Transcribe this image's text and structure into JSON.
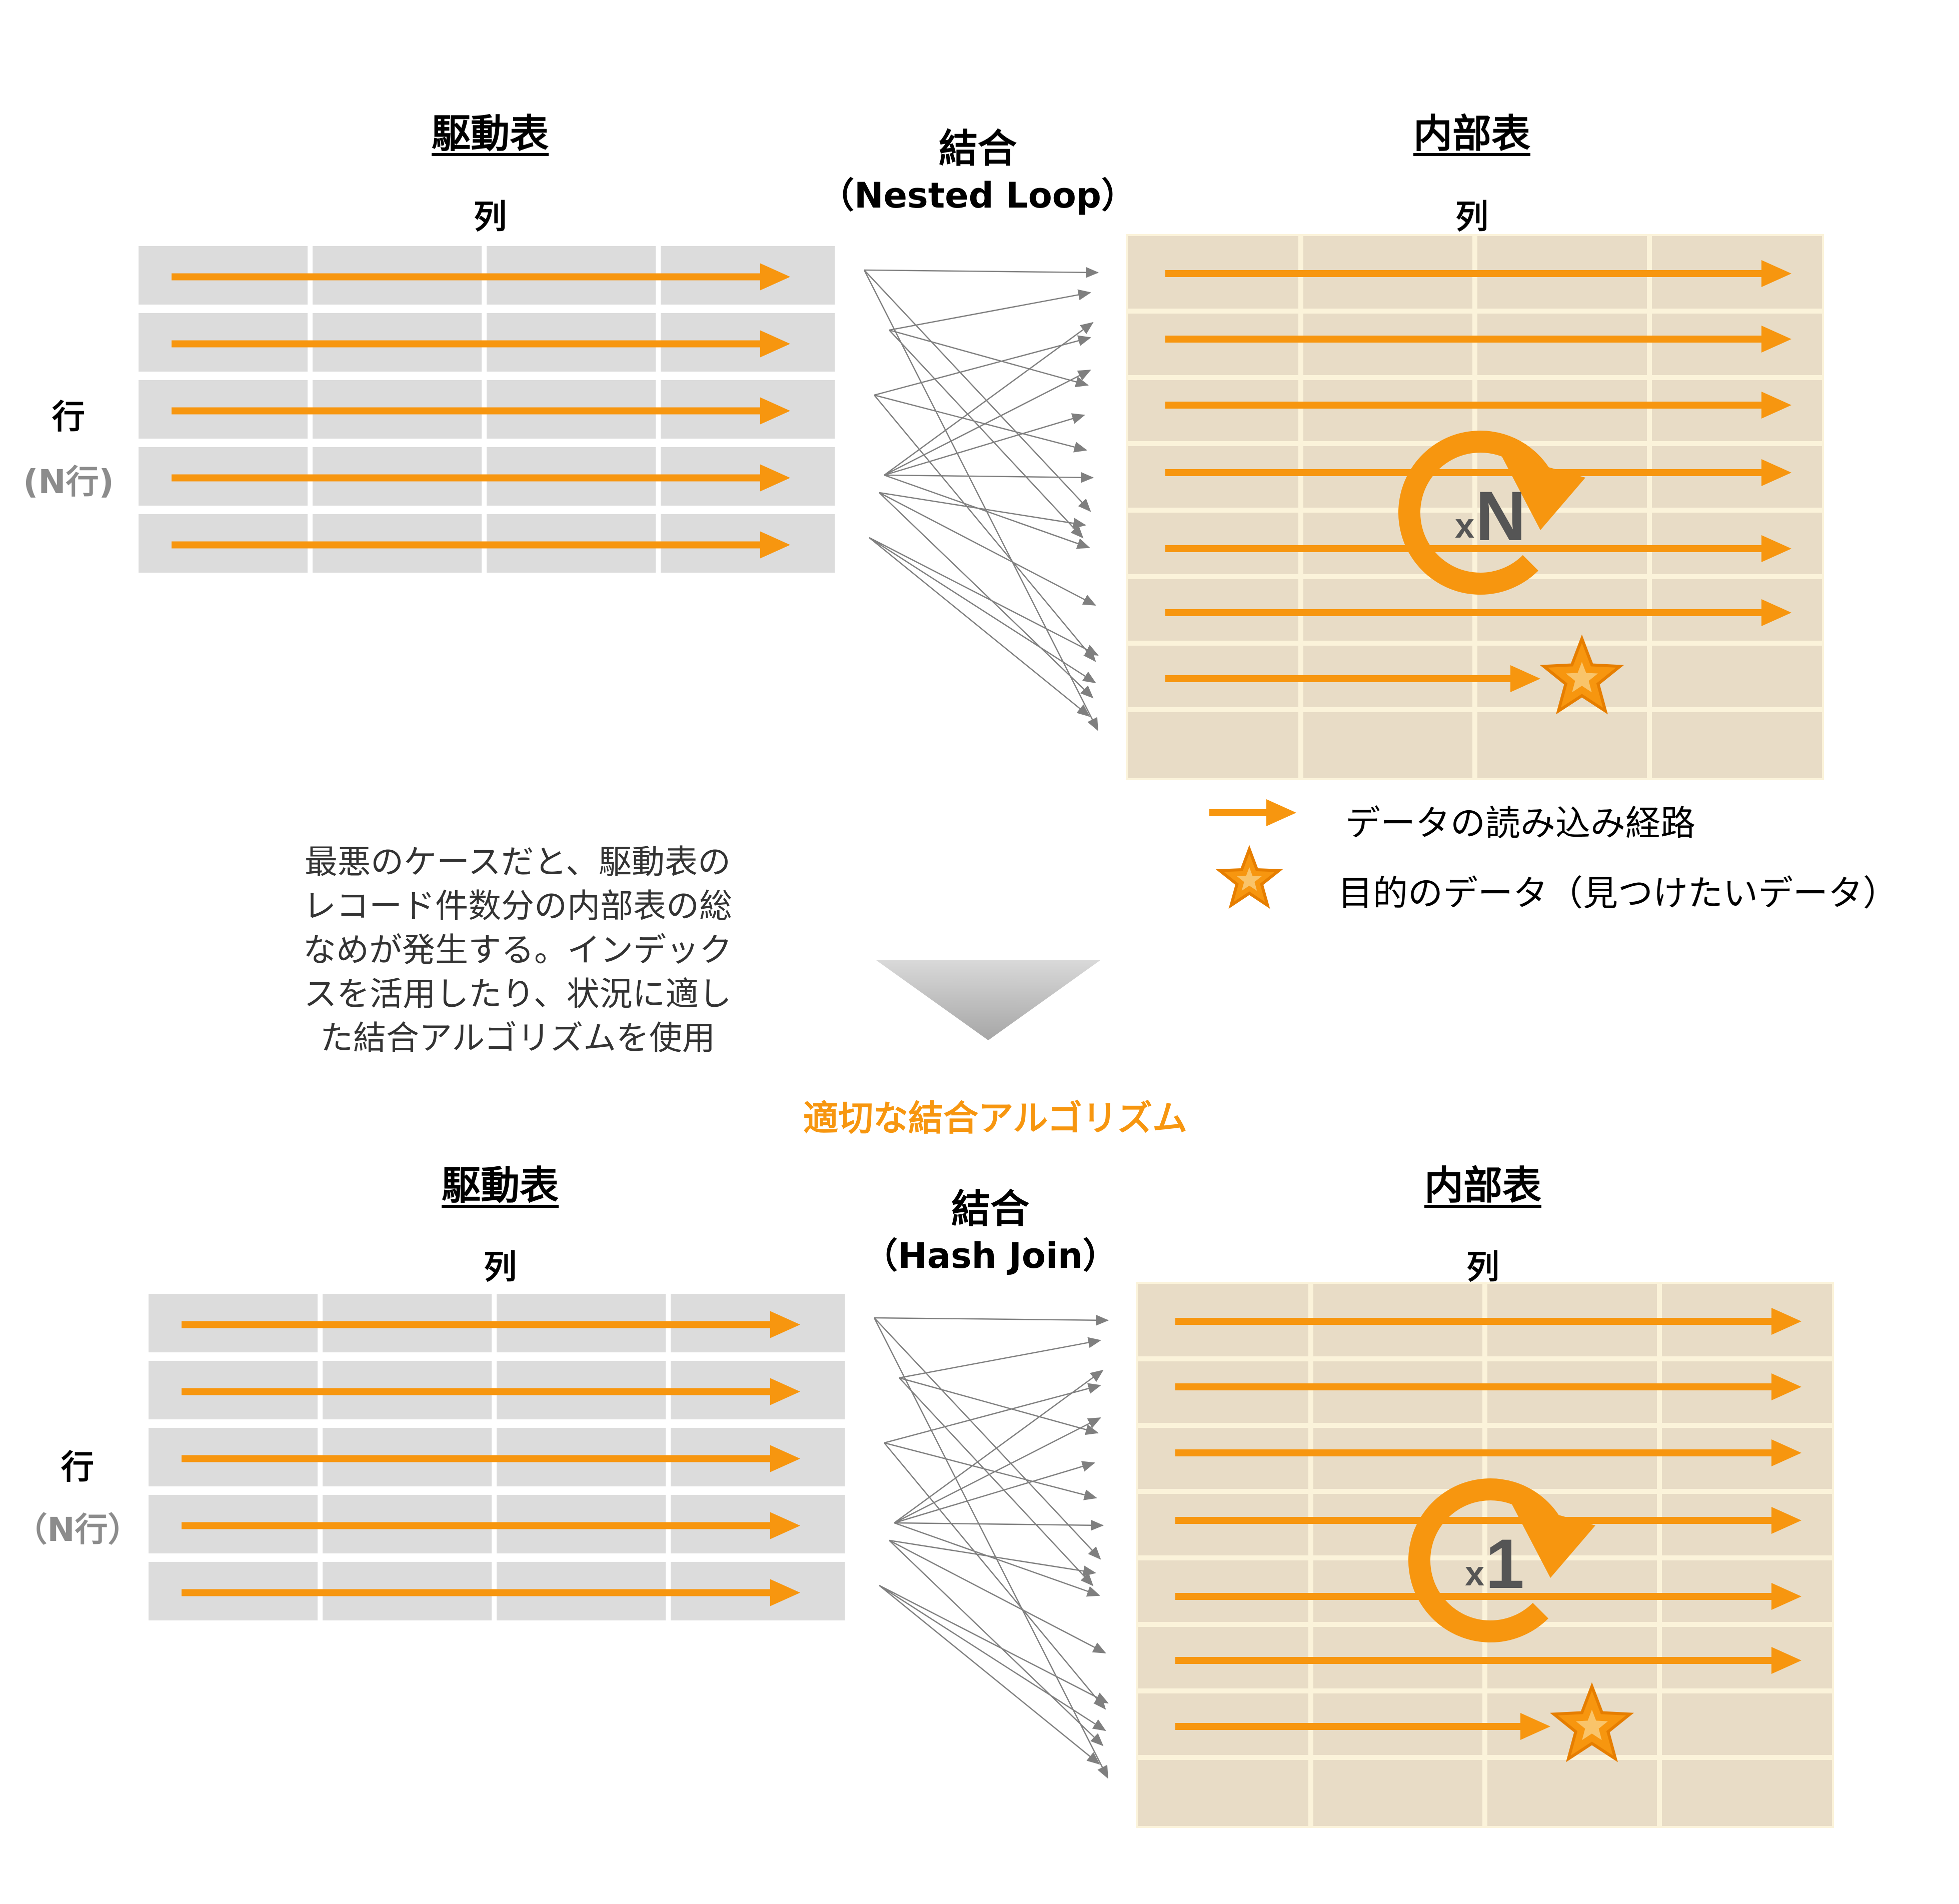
{
  "colors": {
    "accent": "#F7960F",
    "driver_cell": "#DCDCDC",
    "inner_cell": "#E8DCC6",
    "inner_border": "#FBF3DA",
    "link_line": "#7F7F7F",
    "loop_text": "#555555",
    "label_gray": "#8C8C8C"
  },
  "icons": {
    "read_arrow": "orange-arrow-icon",
    "target": "orange-star-icon",
    "loop": "circular-arrow-icon",
    "transition": "down-triangle-icon"
  },
  "top": {
    "driver_title": "駆動表",
    "driver_col_label": "列",
    "row_label": "行",
    "row_sub_label": "(N行)",
    "join_title": "結合",
    "join_method": "（Nested  Loop）",
    "inner_title": "内部表",
    "inner_col_label": "列",
    "loop_prefix": "x",
    "loop_count": "N"
  },
  "legend": {
    "path_label": "データの読み込み経路",
    "target_label": "目的のデータ（見つけたいデータ）"
  },
  "note": {
    "lines": [
      "最悪のケースだと、駆動表の",
      "レコード件数分の内部表の総",
      "なめが発生する。インデック",
      "スを活用したり、状況に適し",
      "た結合アルゴリズムを使用"
    ]
  },
  "transition_label": "適切な結合アルゴリズム",
  "bottom": {
    "driver_title": "駆動表",
    "driver_col_label": "列",
    "row_label": "行",
    "row_sub_label": "（N行）",
    "join_title": "結合",
    "join_method": "（Hash  Join）",
    "inner_title": "内部表",
    "inner_col_label": "列",
    "loop_prefix": "x",
    "loop_count": "1"
  }
}
